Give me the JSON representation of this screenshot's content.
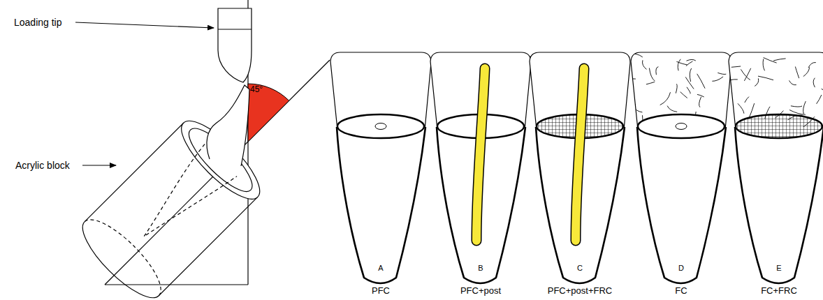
{
  "diagram": {
    "labels": [
      "Loading tip",
      "Acrylic block",
      "45°",
      "A",
      "B",
      "C",
      "D",
      "E",
      "PFC",
      "PFC+post",
      "PFC+post+FRC",
      "FC",
      "FC+FRC"
    ]
  }
}
